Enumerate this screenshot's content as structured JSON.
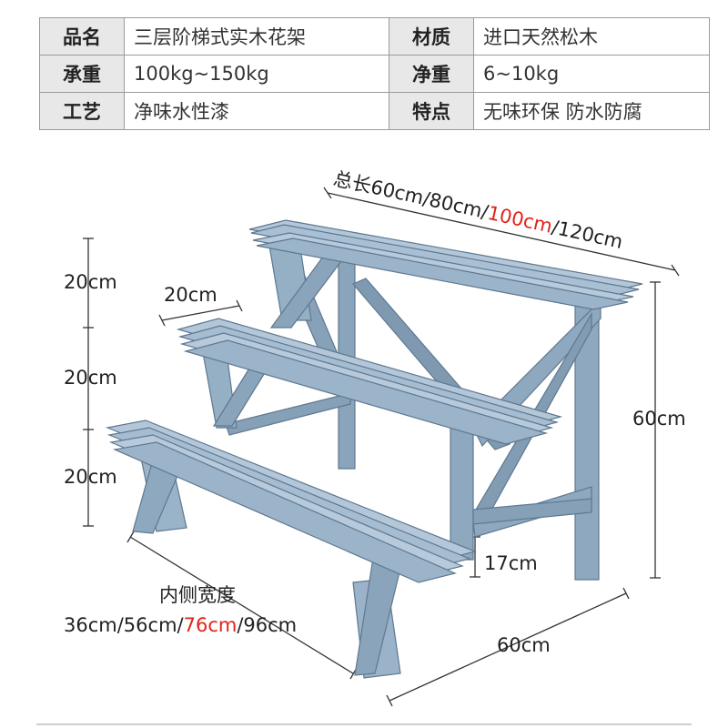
{
  "spec_table": [
    {
      "k1": "品名",
      "v1": "三层阶梯式实木花架",
      "k2": "材质",
      "v2": "进口天然松木"
    },
    {
      "k1": "承重",
      "v1": "100kg~150kg",
      "k2": "净重",
      "v2": "6~10kg"
    },
    {
      "k1": "工艺",
      "v1": "净味水性漆",
      "k2": "特点",
      "v2": "无味环保 防水防腐"
    }
  ],
  "dimensions": {
    "total_length_label": "总长",
    "total_length_a": "60cm/80cm/",
    "total_length_highlight": "100cm",
    "total_length_b": "/120cm",
    "tier_heights": [
      "20cm",
      "20cm",
      "20cm"
    ],
    "step_depth": "20cm",
    "total_height": "60cm",
    "bottom_gap": "17cm",
    "inner_width_label": "内侧宽度",
    "inner_width_a": "36cm/56cm/",
    "inner_width_highlight": "76cm",
    "inner_width_b": "/96cm",
    "depth": "60cm"
  },
  "colors": {
    "wood": "#8fa9c0",
    "wood_light": "#aec3d6",
    "wood_dark": "#6f8aa3",
    "highlight": "#e3221b"
  }
}
